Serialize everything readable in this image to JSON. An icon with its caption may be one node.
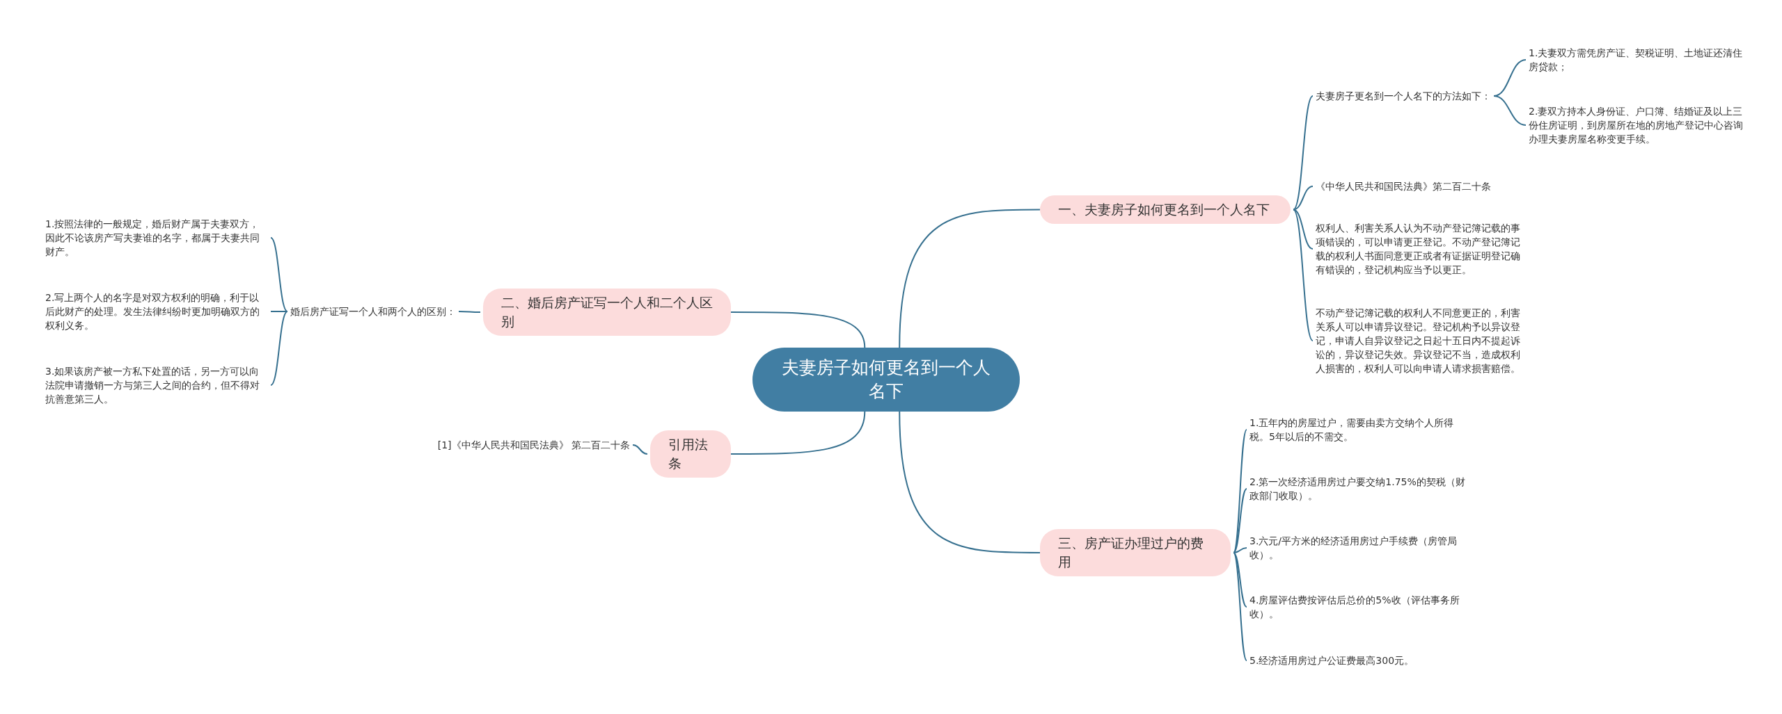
{
  "diagram": {
    "nodes": [
      {
        "text": [
          "夫妻房子如何更名到一个人名下"
        ]
      },
      {
        "text": [
          "一、夫妻房子如何更名到一个人名下"
        ]
      },
      {
        "text": [
          "夫妻房子更名到一个人名下的方法如下："
        ]
      },
      {
        "text": [
          "1.夫妻双方需凭房产证、契税证明、土地证还清住房贷款；"
        ]
      },
      {
        "text": [
          "2.妻双方持本人身份证、户口簿、结婚证及以上三份住房证明，到房屋所在地的房地产登记中心咨询办理夫妻房屋名称变更手续。"
        ]
      },
      {
        "text": [
          "《中华人民共和国民法典》第二百二十条"
        ]
      },
      {
        "text": [
          "权利人、利害关系人认为不动产登记簿记载的事项错误的，可以申请更正登记。不动产登记簿记载的权利人书面同意更正或者有证据证明登记确有错误的，登记机构应当予以更正。"
        ]
      },
      {
        "text": [
          "不动产登记簿记载的权利人不同意更正的，利害关系人可以申请异议登记。登记机构予以异议登记，申请人自异议登记之日起十五日内不提起诉讼的，异议登记失效。异议登记不当，造成权利人损害的，权利人可以向申请人请求损害赔偿。"
        ]
      },
      {
        "text": [
          "二、婚后房产证写一个人和二个人区别"
        ]
      },
      {
        "text": [
          "婚后房产证写一个人和两个人的区别："
        ]
      },
      {
        "text": [
          "1.按照法律的一般规定，婚后财产属于夫妻双方，因此不论该房产写夫妻谁的名字，都属于夫妻共同财产。"
        ]
      },
      {
        "text": [
          "2.写上两个人的名字是对双方权利的明确，利于以后此财产的处理。发生法律纠纷时更加明确双方的权利义务。"
        ]
      },
      {
        "text": [
          "3.如果该房产被一方私下处置的话，另一方可以向法院申请撤销一方与第三人之间的合约，但不得对抗善意第三人。"
        ]
      },
      {
        "text": [
          "引用法条"
        ]
      },
      {
        "text": [
          "[1]《中华人民共和国民法典》 第二百二十条"
        ]
      },
      {
        "text": [
          "三、房产证办理过户的费用"
        ]
      },
      {
        "text": [
          "1.五年内的房屋过户，需要由卖方交纳个人所得税。5年以后的不需交。"
        ]
      },
      {
        "text": [
          "2.第一次经济适用房过户要交纳1.75%的契税（财政部门收取）。"
        ]
      },
      {
        "text": [
          "3.六元/平方米的经济适用房过户手续费（房管局收）。"
        ]
      },
      {
        "text": [
          "4.房屋评估费按评估后总价的5%收（评估事务所收）。"
        ]
      },
      {
        "text": [
          "5.经济适用房过户公证费最高300元。"
        ]
      }
    ],
    "edges": [
      {
        "from": 0,
        "to": 1,
        "arrow": "none"
      },
      {
        "from": 1,
        "to": 2,
        "arrow": "none"
      },
      {
        "from": 2,
        "to": 3,
        "arrow": "none"
      },
      {
        "from": 2,
        "to": 4,
        "arrow": "none"
      },
      {
        "from": 1,
        "to": 5,
        "arrow": "none"
      },
      {
        "from": 1,
        "to": 6,
        "arrow": "none"
      },
      {
        "from": 1,
        "to": 7,
        "arrow": "none"
      },
      {
        "from": 0,
        "to": 8,
        "arrow": "none"
      },
      {
        "from": 8,
        "to": 9,
        "arrow": "none"
      },
      {
        "from": 9,
        "to": 10,
        "arrow": "none"
      },
      {
        "from": 9,
        "to": 11,
        "arrow": "none"
      },
      {
        "from": 9,
        "to": 12,
        "arrow": "none"
      },
      {
        "from": 0,
        "to": 13,
        "arrow": "none"
      },
      {
        "from": 13,
        "to": 14,
        "arrow": "none"
      },
      {
        "from": 0,
        "to": 15,
        "arrow": "none"
      },
      {
        "from": 15,
        "to": 16,
        "arrow": "none"
      },
      {
        "from": 15,
        "to": 17,
        "arrow": "none"
      },
      {
        "from": 15,
        "to": 18,
        "arrow": "none"
      },
      {
        "from": 15,
        "to": 19,
        "arrow": "none"
      },
      {
        "from": 15,
        "to": 20,
        "arrow": "none"
      }
    ]
  }
}
